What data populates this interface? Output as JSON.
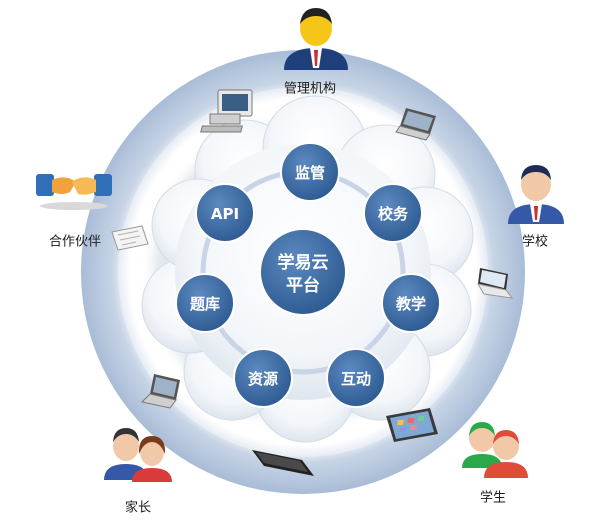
{
  "platform": {
    "line1": "学易云",
    "line2": "平台"
  },
  "modules": [
    {
      "label": "监管"
    },
    {
      "label": "校务"
    },
    {
      "label": "教学"
    },
    {
      "label": "互动"
    },
    {
      "label": "资源"
    },
    {
      "label": "题库"
    },
    {
      "label": "API"
    }
  ],
  "stakeholders": [
    {
      "label": "管理机构",
      "icon": "administrator-person-icon"
    },
    {
      "label": "学校",
      "icon": "school-person-icon"
    },
    {
      "label": "学生",
      "icon": "students-icon"
    },
    {
      "label": "家长",
      "icon": "parents-icon"
    },
    {
      "label": "合作伙伴",
      "icon": "handshake-icon"
    }
  ],
  "devices": [
    {
      "icon": "desktop-computer-icon"
    },
    {
      "icon": "laptop-icon"
    },
    {
      "icon": "laptop-icon"
    },
    {
      "icon": "tablet-icon"
    },
    {
      "icon": "smartphone-icon"
    },
    {
      "icon": "laptop-icon"
    },
    {
      "icon": "document-icon"
    }
  ],
  "colors": {
    "outer_ring": "#b9c9de",
    "node_fill": "#3f6fa6",
    "orbit_line": "#c9d5e6"
  }
}
